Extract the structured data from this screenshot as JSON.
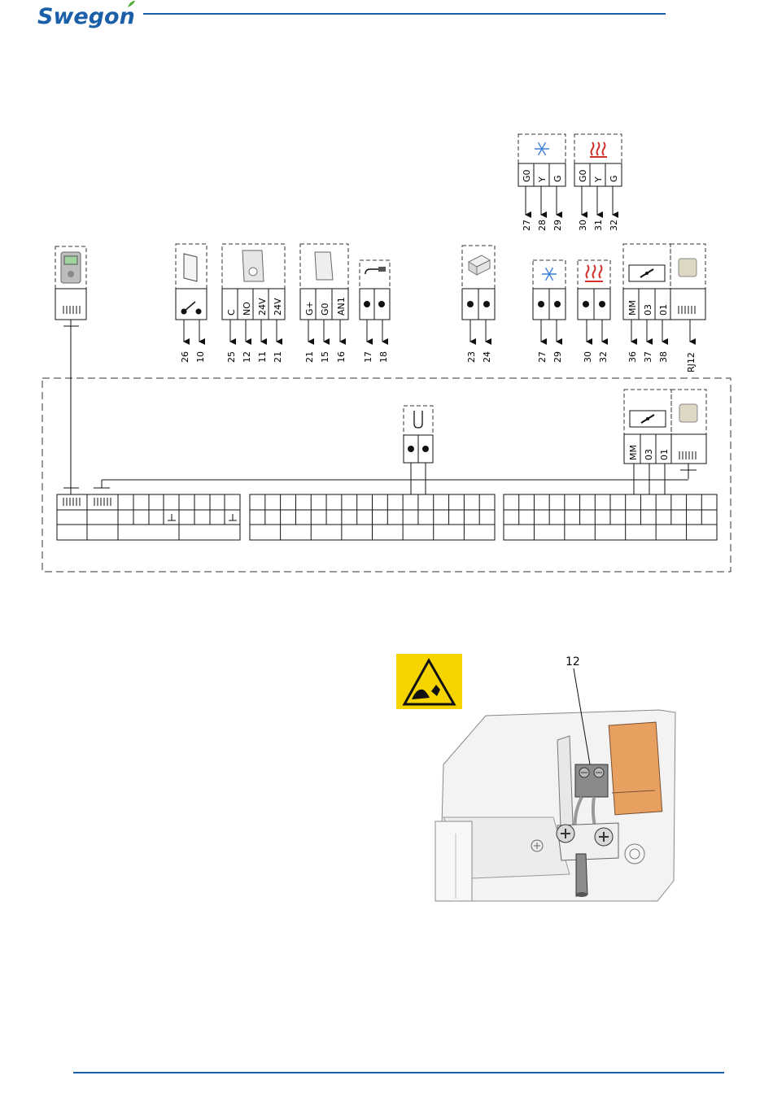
{
  "header": {
    "logo_text": "Swegon",
    "accent_color": "#1a5fa8",
    "leaf_color": "#4cae3a"
  },
  "top_modules": [
    {
      "id": "cool",
      "icon": "snowflake-icon",
      "icon_color": "#3a7fd5",
      "pins": [
        "G0",
        "Y",
        "G"
      ],
      "terminals": [
        "27",
        "28",
        "29"
      ]
    },
    {
      "id": "heat",
      "icon": "heat-icon",
      "icon_color": "#d0302a",
      "pins": [
        "G0",
        "Y",
        "G"
      ],
      "terminals": [
        "30",
        "31",
        "32"
      ]
    }
  ],
  "modules": [
    {
      "id": "room-unit",
      "icon": "room-unit-icon",
      "terminals": []
    },
    {
      "id": "window-contact",
      "icon": "window-contact-icon",
      "terminals": [
        "26",
        "10"
      ]
    },
    {
      "id": "presence-detector",
      "icon": "presence-detector-icon",
      "pins": [
        "C",
        "NO",
        "24V",
        "24V"
      ],
      "terminals": [
        "25",
        "12",
        "11",
        "21"
      ]
    },
    {
      "id": "co2-sensor",
      "icon": "co2-sensor-icon",
      "pins": [
        "G+",
        "G0",
        "AN1"
      ],
      "terminals": [
        "21",
        "15",
        "16"
      ]
    },
    {
      "id": "temp-sensor",
      "icon": "temperature-sensor-icon",
      "terminals": [
        "17",
        "18"
      ]
    },
    {
      "id": "condensation-sensor",
      "icon": "condensation-sensor-icon",
      "terminals": [
        "23",
        "24"
      ]
    },
    {
      "id": "cooling-valve",
      "icon": "snowflake-icon",
      "terminals": [
        "27",
        "29"
      ]
    },
    {
      "id": "heating-valve",
      "icon": "heat-icon",
      "terminals": [
        "30",
        "32"
      ]
    },
    {
      "id": "damper-actuator",
      "icon": "damper-icon",
      "pins": [
        "MM",
        "03",
        "01"
      ],
      "terminals": [
        "36",
        "37",
        "38",
        "RJ12"
      ]
    }
  ],
  "controller": {
    "damper_pins": [
      "MM",
      "03",
      "01"
    ]
  },
  "photo": {
    "callout": "12",
    "esd_label": "esd-warning-icon"
  },
  "colors": {
    "line": "#1a1a1a",
    "dash": "#333333",
    "esd_yellow": "#f5d400",
    "orange": "#e8a060"
  }
}
